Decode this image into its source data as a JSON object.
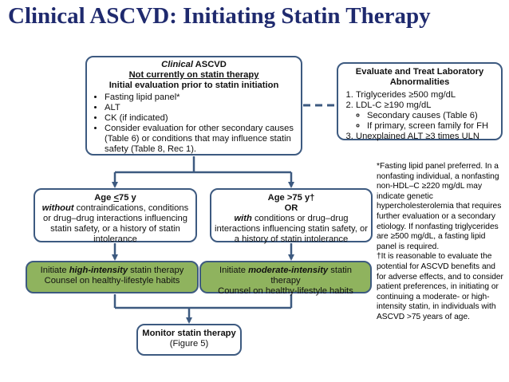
{
  "title": "Clinical ASCVD: Initiating Statin Therapy",
  "main_box": {
    "line1_italic": "Clinical",
    "line1_rest": " ASCVD",
    "line2": "Not currently on statin therapy",
    "line3": "Initial evaluation prior to statin initiation",
    "bullets": [
      "Fasting lipid panel*",
      "ALT",
      "CK (if indicated)",
      "Consider evaluation for other secondary causes (Table 6) or conditions that may influence statin safety (Table 8, Rec 1)."
    ]
  },
  "lab_box": {
    "heading": "Evaluate and Treat Laboratory Abnormalities",
    "items": [
      "Triglycerides ≥500 mg/dL",
      "LDL-C ≥190 mg/dL",
      "Unexplained ALT ≥3 times ULN"
    ],
    "sub_bullets": [
      "Secondary causes (Table 6)",
      "If primary, screen family for FH"
    ]
  },
  "left_box": {
    "age_pre": "Age ",
    "age_underlined": "<",
    "age_post": "75 y",
    "italic": "without",
    "rest": " contraindications, conditions or drug–drug interactions influencing statin safety, or a history of statin intolerance"
  },
  "right_box": {
    "age": "Age >75 y†",
    "or": "OR",
    "italic": "with",
    "rest": " conditions or drug–drug interactions influencing statin safety, or a history of statin intolerance"
  },
  "green_left": {
    "pre": "Initiate ",
    "emph": "high-intensity",
    "post": " statin therapy",
    "line2": "Counsel on healthy-lifestyle habits"
  },
  "green_right": {
    "pre": "Initiate ",
    "emph": "moderate-intensity",
    "post": " statin therapy",
    "line2": "Counsel on healthy-lifestyle habits"
  },
  "monitor_box": {
    "line1": "Monitor statin therapy",
    "line2": "(Figure 5)"
  },
  "footnotes": {
    "note1": "*Fasting lipid panel preferred. In a nonfasting individual, a nonfasting non-HDL–C ≥220 mg/dL may indicate genetic hypercholesterolemia that requires further evaluation or a secondary etiology. If nonfasting triglycerides are ≥500 mg/dL, a fasting lipid panel is required.",
    "note2": "†It is reasonable to evaluate the potential for ASCVD benefits and for adverse effects, and to consider patient preferences, in initiating or continuing a moderate- or high-intensity statin, in individuals with ASCVD >75 years of age."
  },
  "colors": {
    "title": "#1f2a6e",
    "border": "#3d5a80",
    "green": "#8fb35e"
  }
}
